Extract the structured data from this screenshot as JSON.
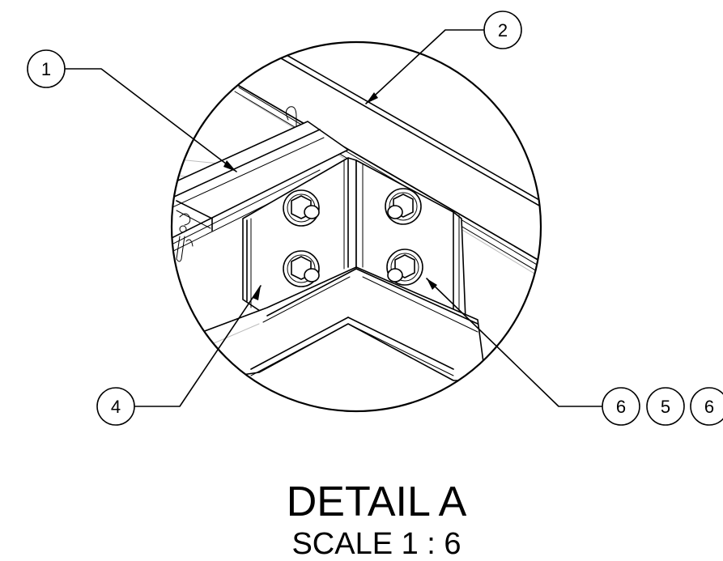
{
  "drawing": {
    "balloons": [
      {
        "id": "b1",
        "label": "1"
      },
      {
        "id": "b2",
        "label": "2"
      },
      {
        "id": "b4",
        "label": "4"
      },
      {
        "id": "b6a",
        "label": "6"
      },
      {
        "id": "b5",
        "label": "5"
      },
      {
        "id": "b6b",
        "label": "6"
      }
    ],
    "title": "DETAIL A",
    "scale": "SCALE 1 : 6"
  }
}
